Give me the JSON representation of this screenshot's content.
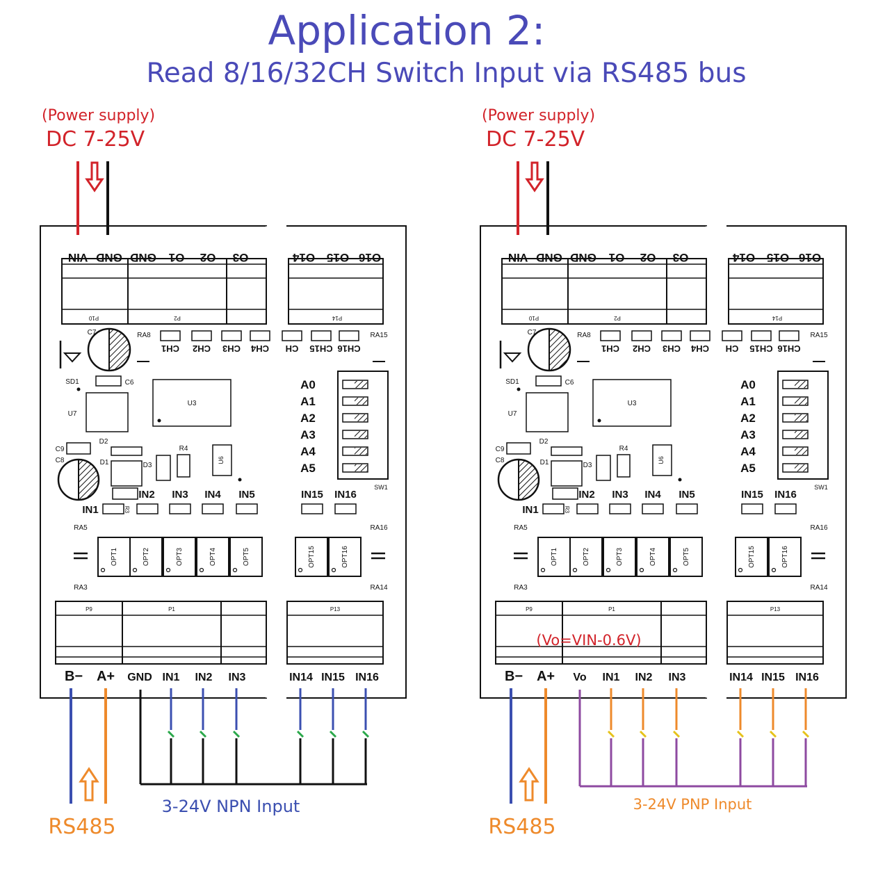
{
  "header": {
    "title": "Application 2:",
    "subtitle": "Read 8/16/32CH Switch Input via RS485 bus"
  },
  "colors": {
    "title_blue": "#4a4ab8",
    "power_red": "#d2232a",
    "bus_blue": "#3b4fb0",
    "bus_orange": "#ee8a2b",
    "vo_purple": "#8e4aa0",
    "switch_green": "#2aa84a",
    "switch_yellow": "#e6c21a",
    "wire_black": "#111111"
  },
  "board": {
    "top_terminals_left": [
      "VIN",
      "GND",
      "GND",
      "O1",
      "O2",
      "O3"
    ],
    "top_terminals_right": [
      "O14",
      "O15",
      "O16"
    ],
    "top_header_labels": [
      "P10",
      "P2",
      "P14"
    ],
    "ch_labels_left": [
      "CH1",
      "CH2",
      "CH3",
      "CH4"
    ],
    "ch_labels_right": [
      "CH",
      "CH15",
      "CH16"
    ],
    "dip_labels": [
      "A0",
      "A1",
      "A2",
      "A3",
      "A4",
      "A5"
    ],
    "sw_label": "SW1",
    "in_labels_left": [
      "IN1",
      "IN2",
      "IN3",
      "IN4",
      "IN5"
    ],
    "in_labels_right": [
      "IN15",
      "IN16"
    ],
    "opt_left": [
      "OPT1",
      "OPT2",
      "OPT3",
      "OPT4",
      "OPT5"
    ],
    "opt_right": [
      "OPT15",
      "OPT16"
    ],
    "ra_labels": [
      "RA8",
      "RA15",
      "RA5",
      "RA3",
      "RA16",
      "RA14"
    ],
    "comp_labels": [
      "C7",
      "C6",
      "SD1",
      "U7",
      "U3",
      "D2",
      "D1",
      "D3",
      "R4",
      "U6",
      "C9",
      "C8",
      "R3"
    ],
    "bottom_header_labels": [
      "P9",
      "P1",
      "P13"
    ]
  },
  "left_panel": {
    "power_note": "(Power supply)",
    "power_voltage": "DC 7-25V",
    "bottom_terminals": [
      "B−",
      "A+",
      "GND",
      "IN1",
      "IN2",
      "IN3",
      "IN14",
      "IN15",
      "IN16"
    ],
    "bus_label": "RS485",
    "input_label": "3-24V NPN Input"
  },
  "right_panel": {
    "power_note": "(Power supply)",
    "power_voltage": "DC 7-25V",
    "bottom_terminals": [
      "B−",
      "A+",
      "Vo",
      "IN1",
      "IN2",
      "IN3",
      "IN14",
      "IN15",
      "IN16"
    ],
    "vo_note": "(Vo=VIN-0.6V)",
    "bus_label": "RS485",
    "input_label": "3-24V PNP Input"
  }
}
